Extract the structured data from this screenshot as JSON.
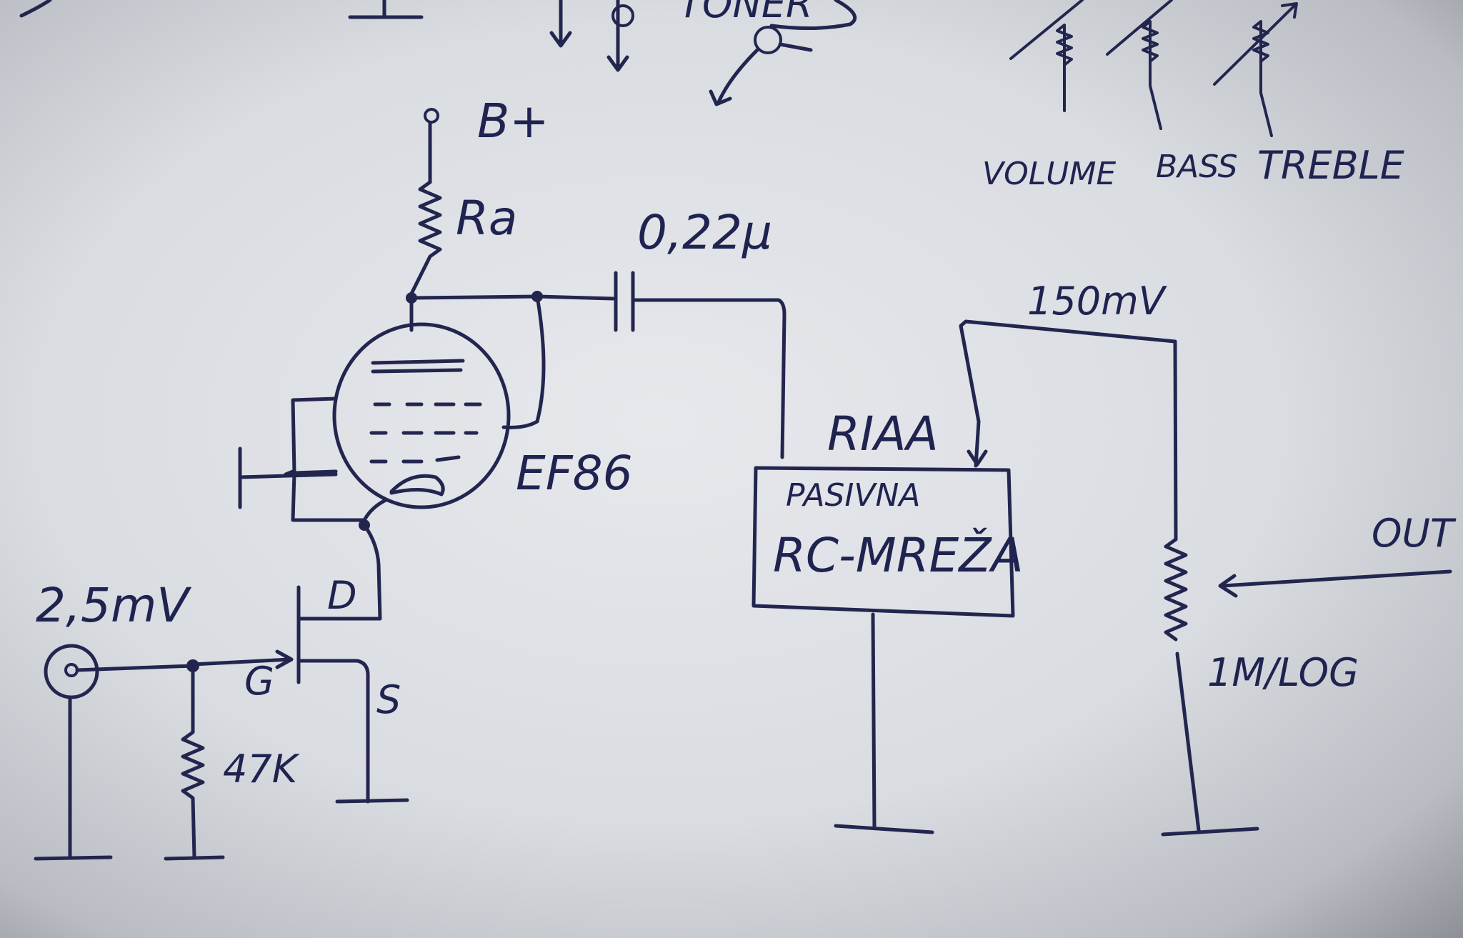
{
  "labels": {
    "b_plus": "B+",
    "ra": "Ra",
    "cap": "0,22μ",
    "tube": "EF86",
    "input_level": "2,5mV",
    "drain": "D",
    "gate": "G",
    "source": "S",
    "grid_res": "47K",
    "riaa": "RIAA",
    "box_line1": "PASIVNA",
    "box_line2": "RC-MREŽA",
    "output_level": "150mV",
    "out": "OUT",
    "pot": "1M/LOG",
    "top_partial": "TONER",
    "volume": "VOLUME",
    "bass": "BASS",
    "treble": "TREBLE"
  },
  "colors": {
    "ink": "#22264f",
    "paper": "#e6e8ec"
  }
}
